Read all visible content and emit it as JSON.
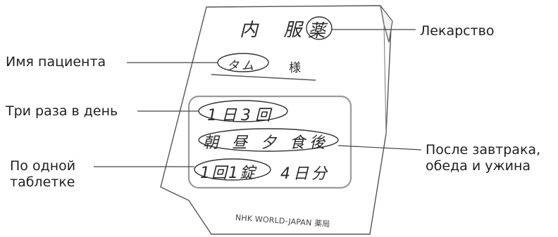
{
  "bag": {
    "title": "内 服",
    "title_circled": "薬",
    "patient_name": "タム",
    "honorific": "様",
    "dosage_frequency": "1日3回",
    "dosage_timing": "朝 昼 夕 食後",
    "dosage_amount": "1回1錠",
    "duration": "4日分",
    "footer": "NHK WORLD-JAPAN 薬局"
  },
  "callouts": {
    "medicine": "Лекарство",
    "patient_name": "Имя пациента",
    "three_times_daily": "Три раза в день",
    "one_tablet_line1": "По одной",
    "one_tablet_line2": "таблетке",
    "after_meals_line1": "После завтрака,",
    "after_meals_line2": "обеда и ужина"
  },
  "colors": {
    "outline": "#555555",
    "panel_border": "#9a9a9a",
    "text": "#1f1f1f"
  }
}
